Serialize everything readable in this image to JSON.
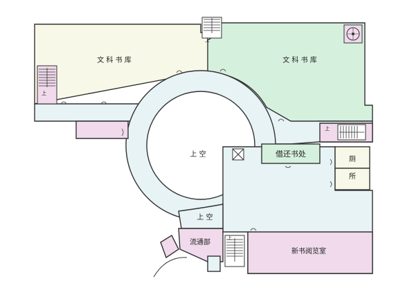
{
  "labels": {
    "stack_left": "文 科 书 库",
    "stack_right": "文 科 书 库",
    "void_center": "上  空",
    "void_lower": "上  空",
    "circulation_desk": "借还书处",
    "toilet_1": "厕",
    "toilet_2": "所",
    "circulation_dept": "流通部",
    "new_books_reading_room": "新书阅览室",
    "stair_up": "上"
  },
  "colors": {
    "stack_left_fill": "#f8f8e8",
    "stack_right_fill": "#d6f0de",
    "circulation_fill": "#e7f3f5",
    "pink_fill": "#f0daec",
    "wall": "#333333"
  },
  "icons": [
    "stair-icon",
    "door-swing-icon",
    "elevator-icon",
    "spiral-stair-icon"
  ]
}
